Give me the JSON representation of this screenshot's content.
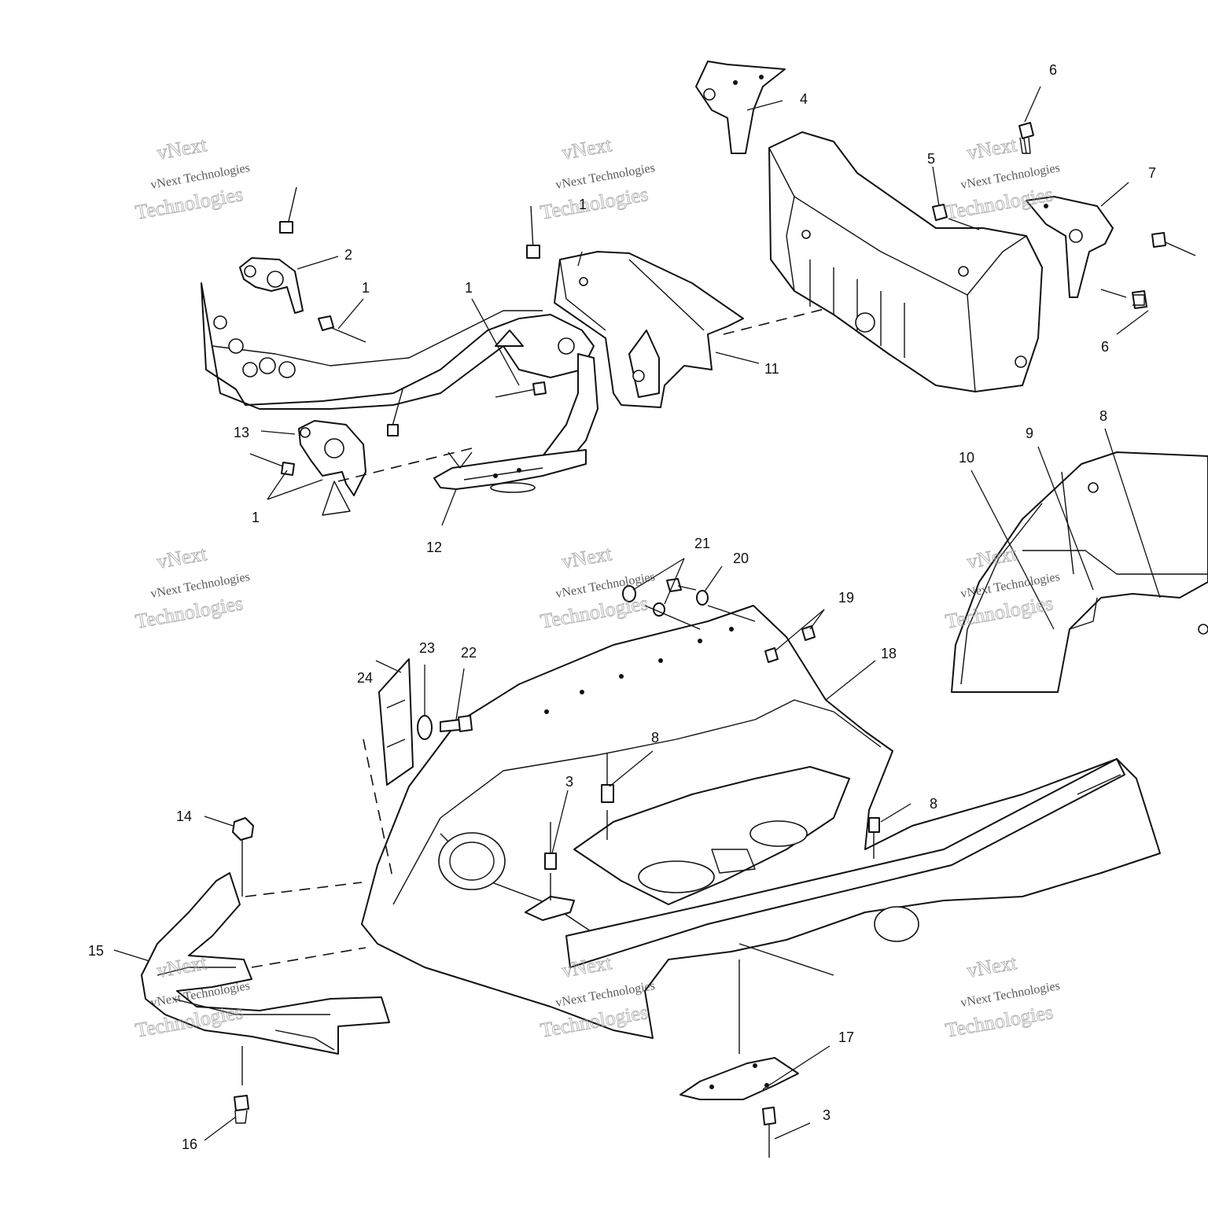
{
  "callouts": [
    {
      "id": "c1a",
      "text": "1"
    },
    {
      "id": "c1b",
      "text": "1"
    },
    {
      "id": "c1c",
      "text": "1"
    },
    {
      "id": "c1d",
      "text": "1"
    },
    {
      "id": "c2",
      "text": "2"
    },
    {
      "id": "c3a",
      "text": "3"
    },
    {
      "id": "c3b",
      "text": "3"
    },
    {
      "id": "c4",
      "text": "4"
    },
    {
      "id": "c5",
      "text": "5"
    },
    {
      "id": "c6a",
      "text": "6"
    },
    {
      "id": "c6b",
      "text": "6"
    },
    {
      "id": "c7",
      "text": "7"
    },
    {
      "id": "c8a",
      "text": "8"
    },
    {
      "id": "c8b",
      "text": "8"
    },
    {
      "id": "c8c",
      "text": "8"
    },
    {
      "id": "c9",
      "text": "9"
    },
    {
      "id": "c10",
      "text": "10"
    },
    {
      "id": "c11",
      "text": "11"
    },
    {
      "id": "c12",
      "text": "12"
    },
    {
      "id": "c13",
      "text": "13"
    },
    {
      "id": "c14",
      "text": "14"
    },
    {
      "id": "c15",
      "text": "15"
    },
    {
      "id": "c16",
      "text": "16"
    },
    {
      "id": "c17",
      "text": "17"
    },
    {
      "id": "c18",
      "text": "18"
    },
    {
      "id": "c19",
      "text": "19"
    },
    {
      "id": "c20",
      "text": "20"
    },
    {
      "id": "c21",
      "text": "21"
    },
    {
      "id": "c22",
      "text": "22"
    },
    {
      "id": "c23",
      "text": "23"
    },
    {
      "id": "c24",
      "text": "24"
    }
  ],
  "watermark": {
    "line1": "vNext",
    "line2": "vNext Technologies",
    "line3": "Technologies"
  }
}
